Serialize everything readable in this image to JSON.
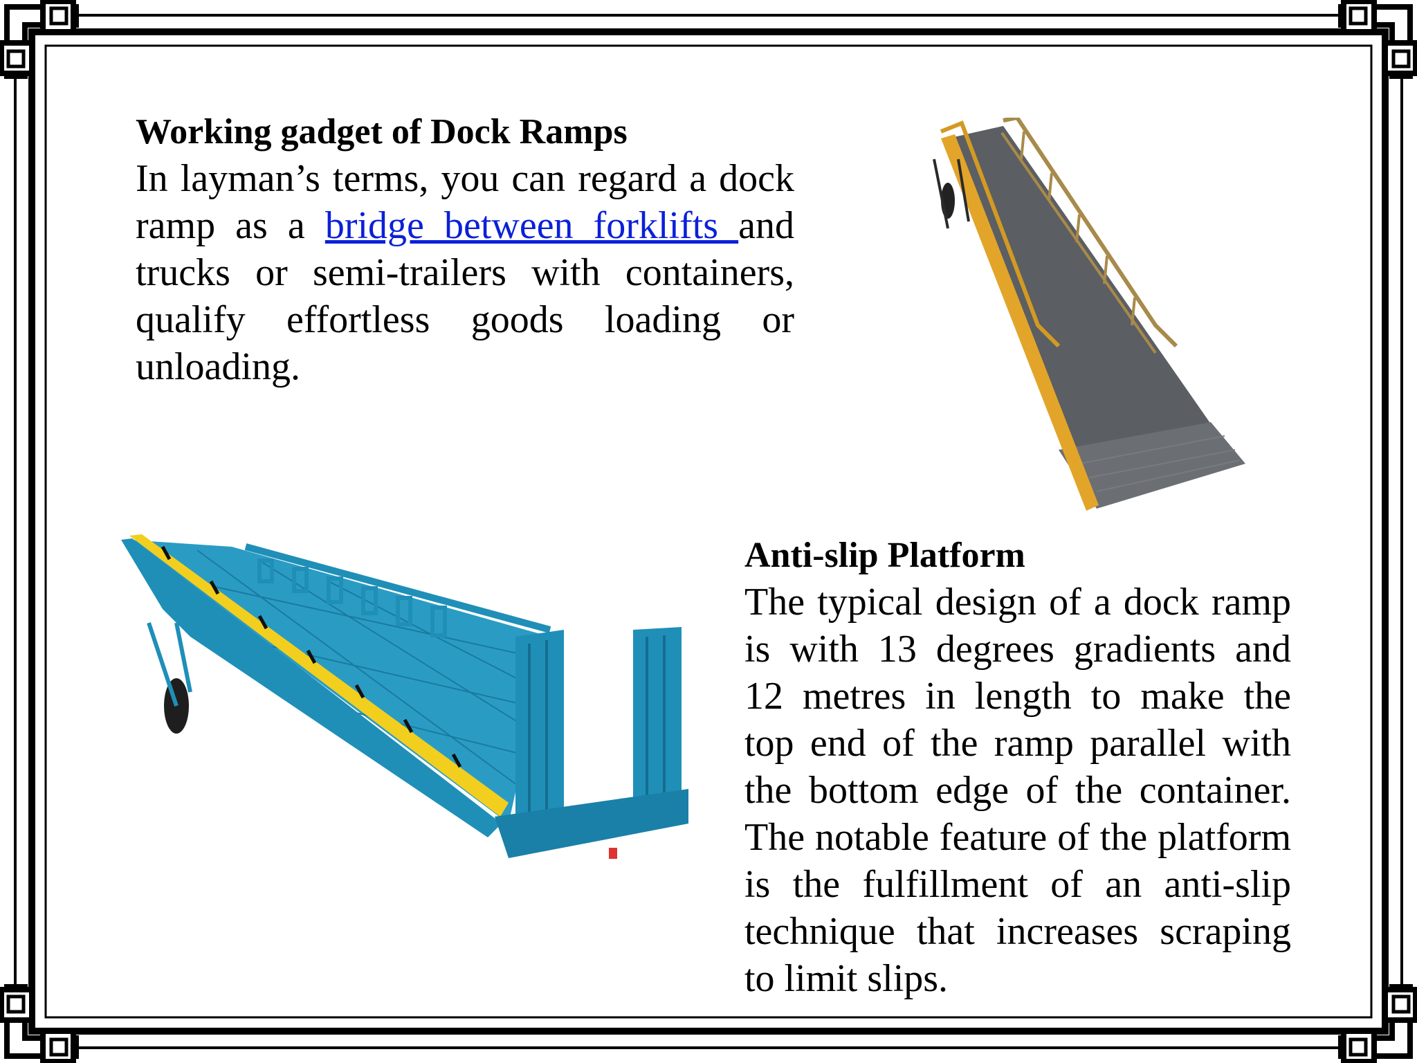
{
  "section1": {
    "heading": "Working gadget of Dock Ramps",
    "text_before_link": "In layman’s terms, you can regard a dock ramp as a ",
    "link_text": "bridge between forklifts ",
    "text_after_link": "and trucks or semi-trailers with containers, qualify effortless goods loading or unloading."
  },
  "section2": {
    "heading": "Anti-slip Platform",
    "text": "The typical design of a dock ramp is with 13 degrees gradients and 12 metres in length to make the top end of the ramp parallel with the bottom edge of the container. The notable feature of the platform is the fulfillment of an anti-slip technique that increases scraping to limit slips."
  },
  "colors": {
    "link": "#0b20d8",
    "ramp1_frame": "#e2a52a",
    "ramp1_deck": "#5b5e63",
    "ramp2_body": "#1f8fb8",
    "hazard_stripe": "#f2cf1e",
    "border": "#000000"
  },
  "icons": {
    "ramp_1": "yellow-dock-ramp-photo",
    "ramp_2": "blue-dock-ramp-photo",
    "frame": "greek-key-border"
  }
}
